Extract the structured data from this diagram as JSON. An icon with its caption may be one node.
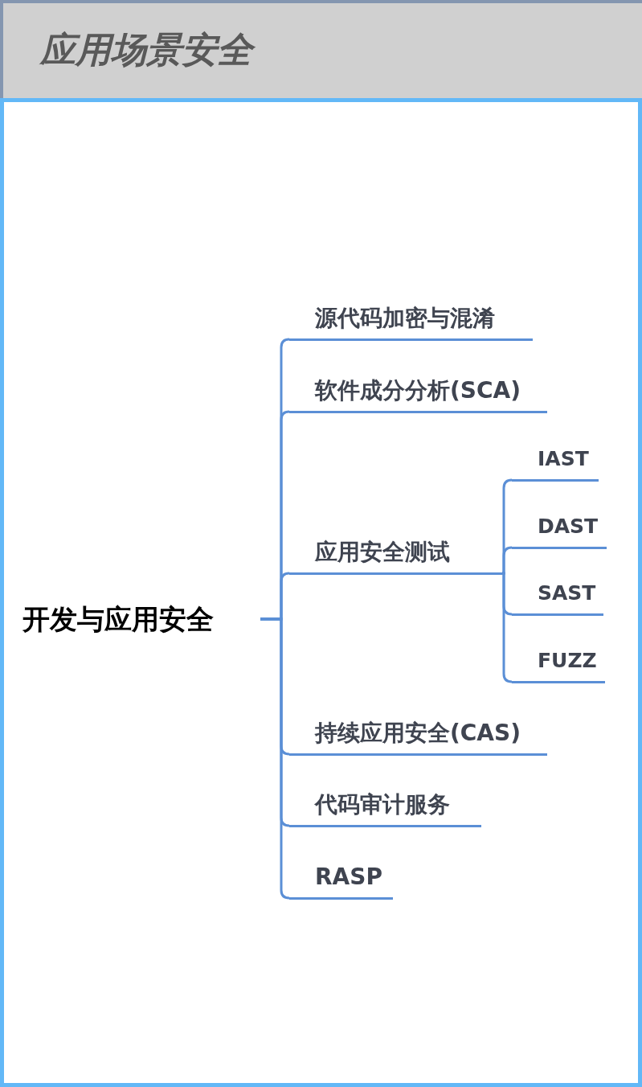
{
  "diagram": {
    "title": "应用场景安全",
    "nodes": [
      {
        "text": [
          "开发与应用安全"
        ]
      },
      {
        "text": [
          "源代码加密与混淆"
        ]
      },
      {
        "text": [
          "软件成分分析(SCA)"
        ]
      },
      {
        "text": [
          "应用安全测试"
        ]
      },
      {
        "text": [
          "IAST"
        ]
      },
      {
        "text": [
          "DAST"
        ]
      },
      {
        "text": [
          "SAST"
        ]
      },
      {
        "text": [
          "FUZZ"
        ]
      },
      {
        "text": [
          "持续应用安全(CAS)"
        ]
      },
      {
        "text": [
          "代码审计服务"
        ]
      },
      {
        "text": [
          "RASP"
        ]
      }
    ],
    "edges": [
      {
        "from": 0,
        "to": 1,
        "arrow": "none"
      },
      {
        "from": 0,
        "to": 2,
        "arrow": "none"
      },
      {
        "from": 0,
        "to": 3,
        "arrow": "none"
      },
      {
        "from": 3,
        "to": 4,
        "arrow": "none"
      },
      {
        "from": 3,
        "to": 5,
        "arrow": "none"
      },
      {
        "from": 3,
        "to": 6,
        "arrow": "none"
      },
      {
        "from": 3,
        "to": 7,
        "arrow": "none"
      },
      {
        "from": 0,
        "to": 8,
        "arrow": "none"
      },
      {
        "from": 0,
        "to": 9,
        "arrow": "none"
      },
      {
        "from": 0,
        "to": 10,
        "arrow": "none"
      }
    ]
  }
}
